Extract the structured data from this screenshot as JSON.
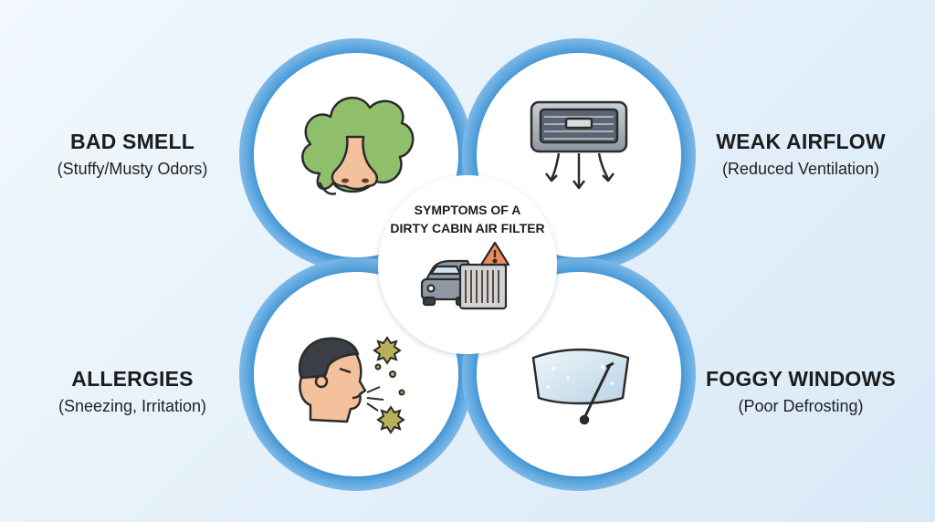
{
  "center": {
    "title_line1": "SYMPTOMS OF A",
    "title_line2": "DIRTY CABIN AIR FILTER"
  },
  "symptoms": [
    {
      "title": "BAD SMELL",
      "subtitle": "(Stuffy/Musty Odors)",
      "icon": "nose-smell-cloud-icon"
    },
    {
      "title": "WEAK AIRFLOW",
      "subtitle": "(Reduced Ventilation)",
      "icon": "air-vent-icon"
    },
    {
      "title": "ALLERGIES",
      "subtitle": "(Sneezing, Irritation)",
      "icon": "sneezing-person-icon"
    },
    {
      "title": "FOGGY WINDOWS",
      "subtitle": "(Poor Defrosting)",
      "icon": "foggy-windshield-icon"
    }
  ],
  "colors": {
    "ring": "#5aa6e0",
    "ring_light": "#8cc4ef",
    "smell_cloud": "#8fbf6a",
    "dust": "#b9b15a",
    "warning": "#f08a5d"
  }
}
